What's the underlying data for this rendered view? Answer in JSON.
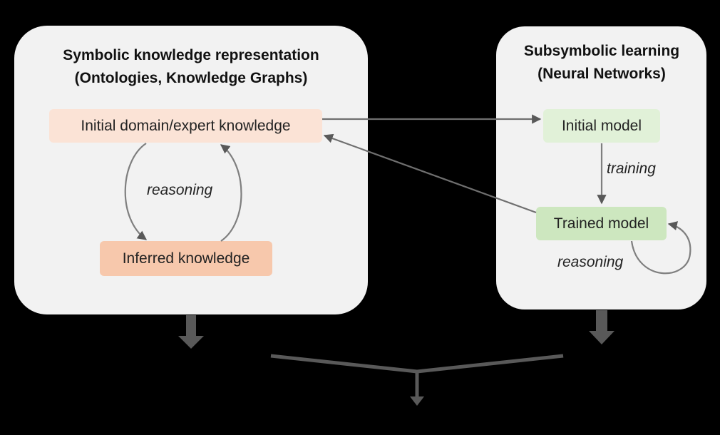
{
  "panels": {
    "symbolic": {
      "title_line1": "Symbolic knowledge representation",
      "title_line2": "(Ontologies, Knowledge Graphs)"
    },
    "subsymbolic": {
      "title_line1": "Subsymbolic learning",
      "title_line2": "(Neural Networks)"
    }
  },
  "nodes": {
    "initial_knowledge": "Initial domain/expert knowledge",
    "inferred_knowledge": "Inferred knowledge",
    "initial_model": "Initial model",
    "trained_model": "Trained model"
  },
  "edge_labels": {
    "reasoning_symbolic": "reasoning",
    "training": "training",
    "reasoning_subsymbolic": "reasoning"
  },
  "colors": {
    "background": "#000000",
    "panel": "#f2f2f2",
    "initial_knowledge_fill": "#fbe3d6",
    "inferred_knowledge_fill": "#f7c8ac",
    "initial_model_fill": "#e1f1d8",
    "trained_model_fill": "#cde7bf",
    "arrow": "#595959"
  }
}
